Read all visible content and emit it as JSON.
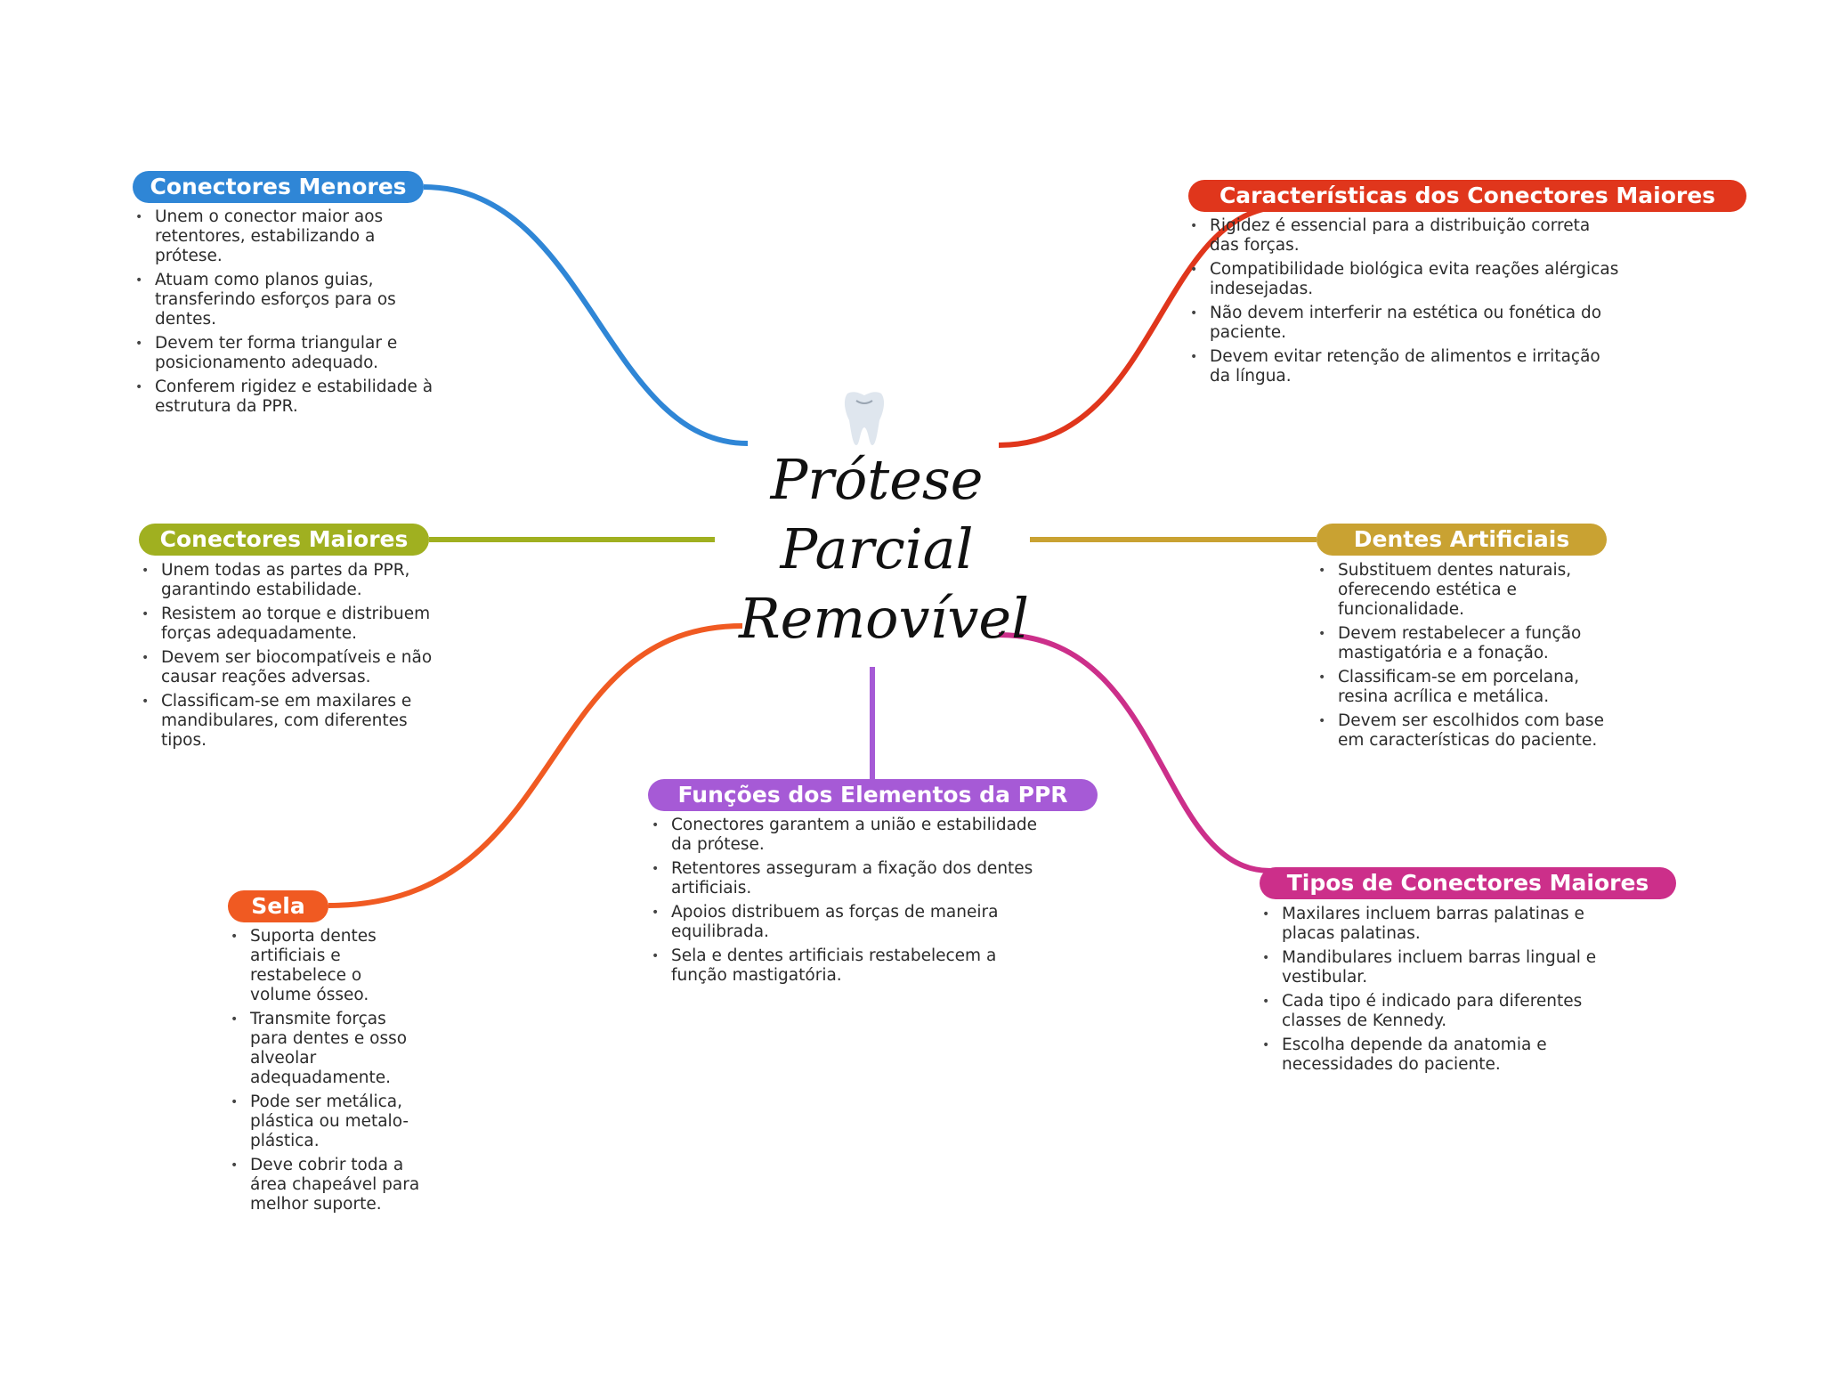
{
  "central": {
    "title_lines": [
      "Prótese",
      "Parcial",
      "Removível"
    ],
    "icon": "tooth-icon"
  },
  "colors": {
    "conectores_menores": "#2f86d6",
    "caracteristicas": "#e0361c",
    "conectores_maiores": "#a0b020",
    "dentes": "#c9a232",
    "funcoes": "#a65ad6",
    "sela": "#f05a22",
    "tipos": "#cc2f8a"
  },
  "branches": {
    "conectores_menores": {
      "label": "Conectores Menores",
      "items": [
        "Unem o conector maior aos retentores, estabilizando a prótese.",
        "Atuam como planos guias, transferindo esforços para os dentes.",
        "Devem ter forma triangular e posicionamento adequado.",
        "Conferem rigidez e estabilidade à estrutura da PPR."
      ]
    },
    "caracteristicas": {
      "label": "Características dos Conectores Maiores",
      "items": [
        "Rigidez é essencial para a distribuição correta das forças.",
        "Compatibilidade biológica evita reações alérgicas indesejadas.",
        "Não devem interferir na estética ou fonética do paciente.",
        "Devem evitar retenção de alimentos e irritação da língua."
      ]
    },
    "conectores_maiores": {
      "label": "Conectores Maiores",
      "items": [
        "Unem todas as partes da PPR, garantindo estabilidade.",
        "Resistem ao torque e distribuem forças adequadamente.",
        "Devem ser biocompatíveis e não causar reações adversas.",
        "Classificam-se em maxilares e mandibulares, com diferentes tipos."
      ]
    },
    "dentes": {
      "label": "Dentes Artificiais",
      "items": [
        "Substituem dentes naturais, oferecendo estética e funcionalidade.",
        "Devem restabelecer a função mastigatória e a fonação.",
        "Classificam-se em porcelana, resina acrílica e metálica.",
        "Devem ser escolhidos com base em características do paciente."
      ]
    },
    "funcoes": {
      "label": "Funções dos Elementos da PPR",
      "items": [
        "Conectores garantem a união e estabilidade da prótese.",
        "Retentores asseguram a fixação dos dentes artificiais.",
        "Apoios distribuem as forças de maneira equilibrada.",
        "Sela e dentes artificiais restabelecem a função mastigatória."
      ]
    },
    "sela": {
      "label": "Sela",
      "items": [
        "Suporta dentes artificiais e restabelece o volume ósseo.",
        "Transmite forças para dentes e osso alveolar adequadamente.",
        "Pode ser metálica, plástica ou metalo-plástica.",
        "Deve cobrir toda a área chapeável para melhor suporte."
      ]
    },
    "tipos": {
      "label": "Tipos de Conectores Maiores",
      "items": [
        "Maxilares incluem barras palatinas e placas palatinas.",
        "Mandibulares incluem barras lingual e vestibular.",
        "Cada tipo é indicado para diferentes classes de Kennedy.",
        "Escolha depende da anatomia e necessidades do paciente."
      ]
    }
  }
}
